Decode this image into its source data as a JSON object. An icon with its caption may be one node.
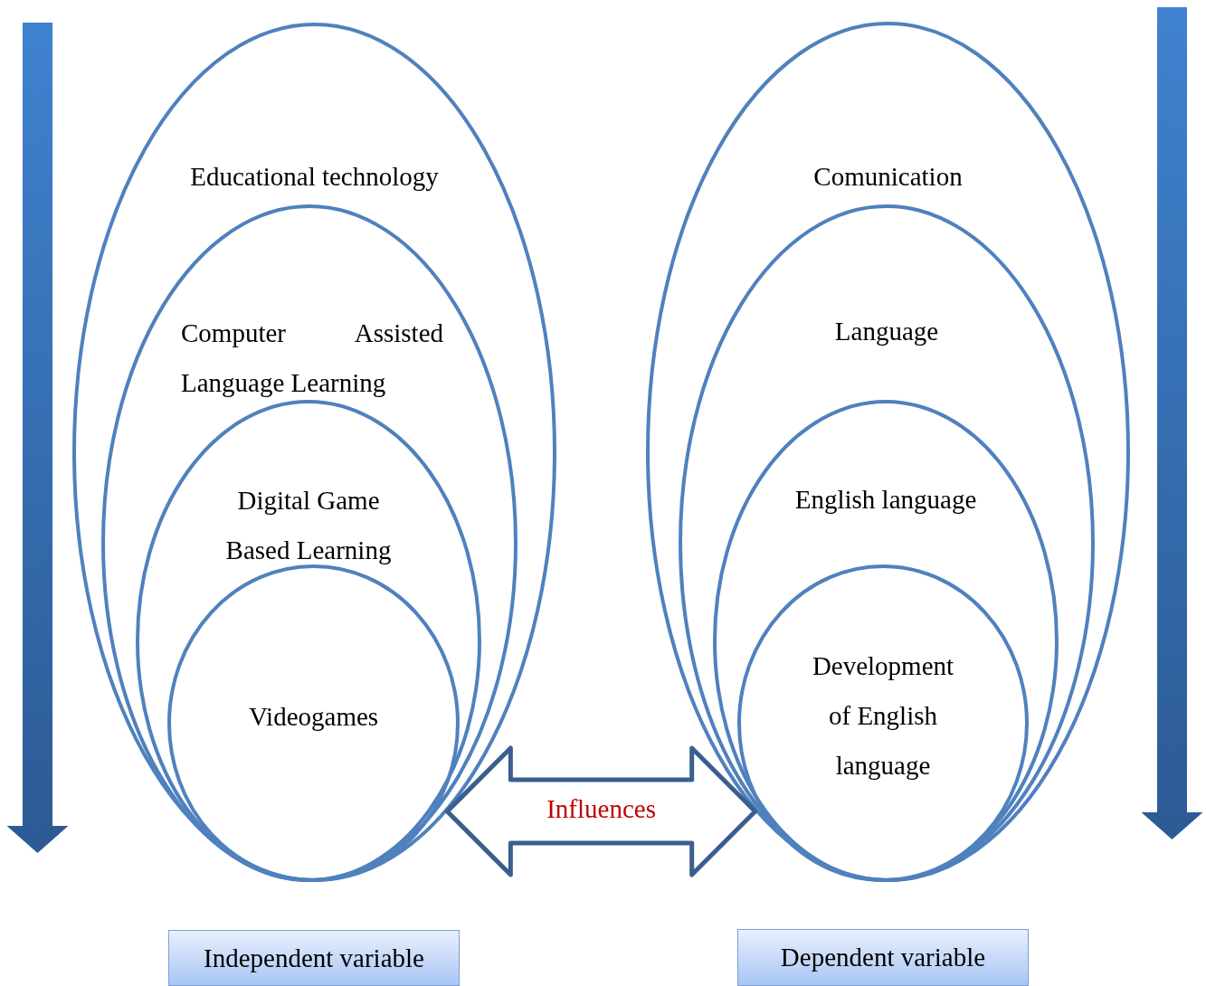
{
  "diagram": {
    "nodes": [
      {
        "text": [
          "Educational technology"
        ]
      },
      {
        "text": [
          "Computer Assisted Language Learning"
        ],
        "in": 0
      },
      {
        "text": [
          "Digital Game Based Learning"
        ],
        "in": 1
      },
      {
        "text": [
          "Videogames"
        ],
        "in": 2
      },
      {
        "text": [
          "Comunication"
        ]
      },
      {
        "text": [
          "Language"
        ],
        "in": 4
      },
      {
        "text": [
          "English language"
        ],
        "in": 5
      },
      {
        "text": [
          "Development of English language"
        ],
        "in": 6
      },
      {
        "text": [
          "Independent variable"
        ]
      },
      {
        "text": [
          "Dependent variable"
        ]
      }
    ],
    "edges": [
      {
        "from": 0,
        "to": 4,
        "arrow": "both",
        "label": "Influences",
        "style": "thick"
      }
    ]
  }
}
